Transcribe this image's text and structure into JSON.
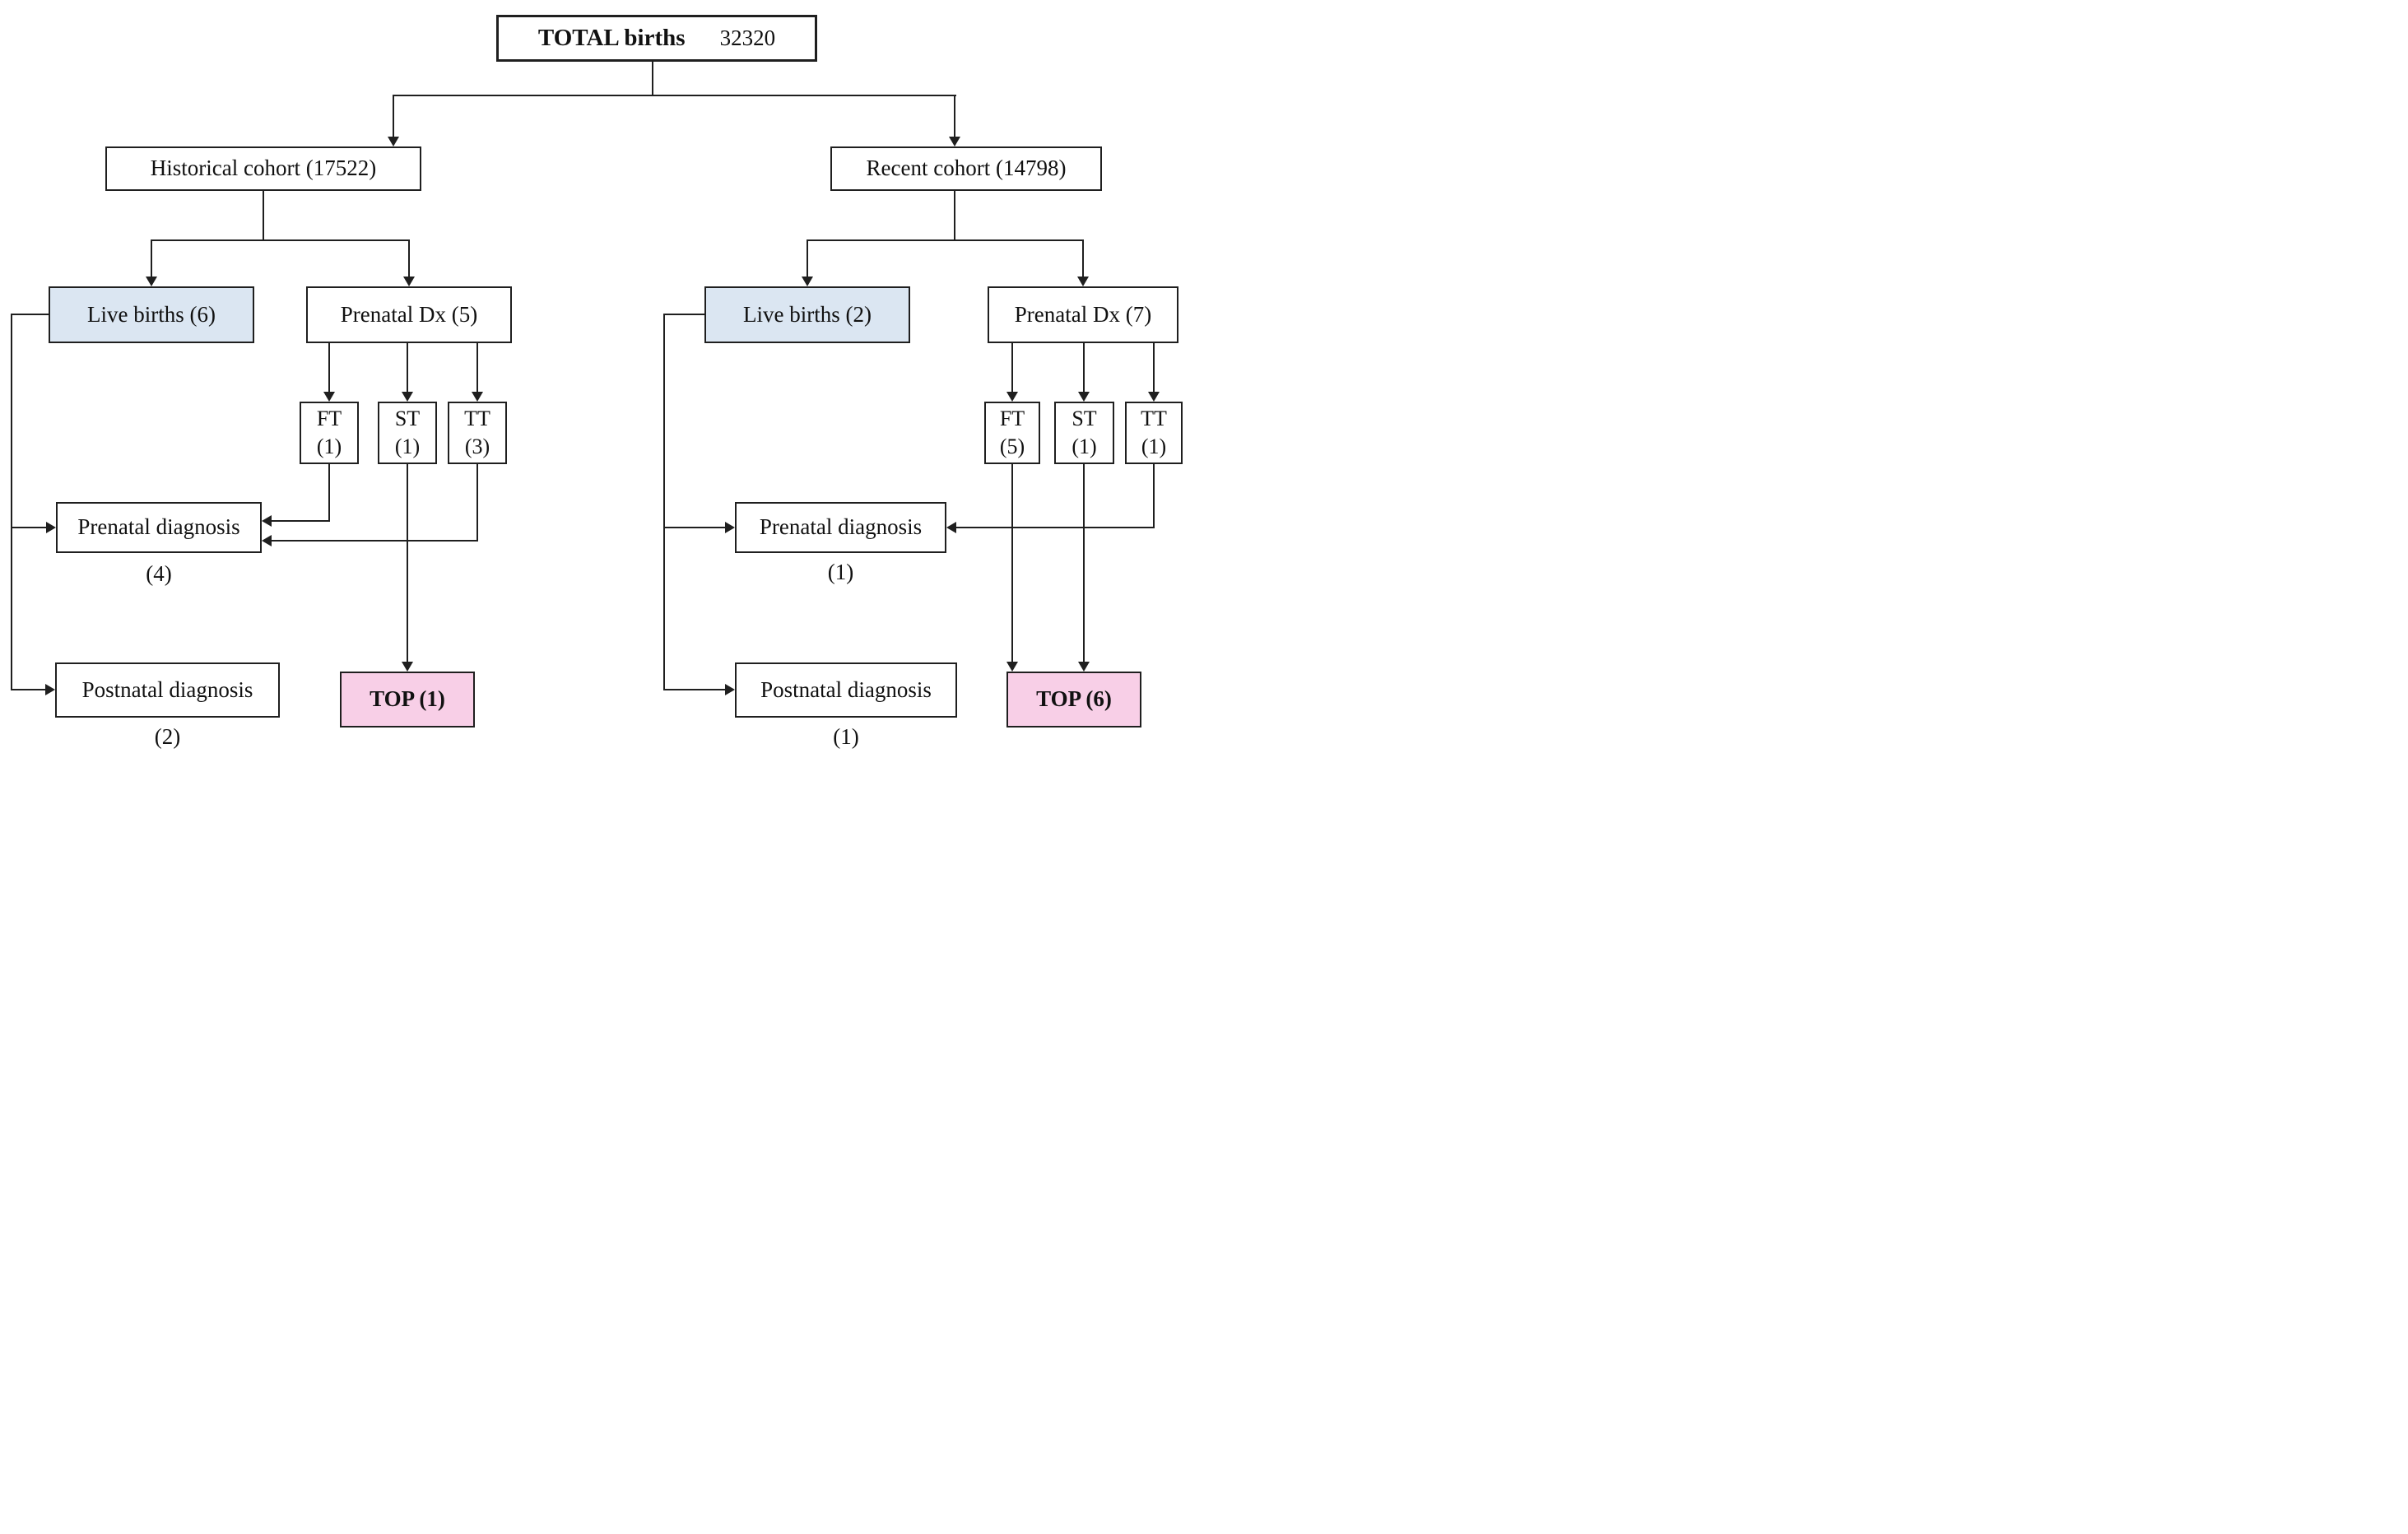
{
  "figure_type": "flowchart",
  "colors": {
    "line": "#1f1f1f",
    "live_births_fill": "#dbe6f2",
    "top_fill": "#f8cfe7",
    "default_fill": "#ffffff"
  },
  "nodes": {
    "total": {
      "label": "TOTAL births",
      "value": "32320"
    },
    "historical": {
      "label": "Historical cohort (17522)"
    },
    "recent": {
      "label": "Recent cohort (14798)"
    },
    "live_births_hist": {
      "label": "Live births (6)"
    },
    "prenatal_dx_hist": {
      "label": "Prenatal Dx (5)"
    },
    "live_births_rec": {
      "label": "Live births (2)"
    },
    "prenatal_dx_rec": {
      "label": "Prenatal Dx (7)"
    },
    "ft_hist": {
      "line1": "FT",
      "line2": "(1)"
    },
    "st_hist": {
      "line1": "ST",
      "line2": "(1)"
    },
    "tt_hist": {
      "line1": "TT",
      "line2": "(3)"
    },
    "ft_rec": {
      "line1": "FT",
      "line2": "(5)"
    },
    "st_rec": {
      "line1": "ST",
      "line2": "(1)"
    },
    "tt_rec": {
      "line1": "TT",
      "line2": "(1)"
    },
    "prenatal_diagnosis_hist": {
      "label": "Prenatal diagnosis",
      "count": "(4)"
    },
    "postnatal_diagnosis_hist": {
      "label": "Postnatal diagnosis",
      "count": "(2)"
    },
    "prenatal_diagnosis_rec": {
      "label": "Prenatal diagnosis",
      "count": "(1)"
    },
    "postnatal_diagnosis_rec": {
      "label": "Postnatal diagnosis",
      "count": "(1)"
    },
    "top_hist": {
      "label": "TOP (1)"
    },
    "top_rec": {
      "label": "TOP (6)"
    }
  },
  "edges": [
    {
      "from": "total",
      "to": "historical"
    },
    {
      "from": "total",
      "to": "recent"
    },
    {
      "from": "historical",
      "to": "live_births_hist"
    },
    {
      "from": "historical",
      "to": "prenatal_dx_hist"
    },
    {
      "from": "recent",
      "to": "live_births_rec"
    },
    {
      "from": "recent",
      "to": "prenatal_dx_rec"
    },
    {
      "from": "prenatal_dx_hist",
      "to": "ft_hist"
    },
    {
      "from": "prenatal_dx_hist",
      "to": "st_hist"
    },
    {
      "from": "prenatal_dx_hist",
      "to": "tt_hist"
    },
    {
      "from": "prenatal_dx_rec",
      "to": "ft_rec"
    },
    {
      "from": "prenatal_dx_rec",
      "to": "st_rec"
    },
    {
      "from": "prenatal_dx_rec",
      "to": "tt_rec"
    },
    {
      "from": "ft_hist",
      "to": "prenatal_diagnosis_hist"
    },
    {
      "from": "tt_hist",
      "to": "prenatal_diagnosis_hist"
    },
    {
      "from": "st_hist",
      "to": "top_hist"
    },
    {
      "from": "live_births_hist",
      "to": "prenatal_diagnosis_hist"
    },
    {
      "from": "live_births_hist",
      "to": "postnatal_diagnosis_hist"
    },
    {
      "from": "tt_rec",
      "to": "prenatal_diagnosis_rec"
    },
    {
      "from": "ft_rec",
      "to": "top_rec"
    },
    {
      "from": "st_rec",
      "to": "top_rec"
    },
    {
      "from": "live_births_rec",
      "to": "prenatal_diagnosis_rec"
    },
    {
      "from": "live_births_rec",
      "to": "postnatal_diagnosis_rec"
    }
  ]
}
